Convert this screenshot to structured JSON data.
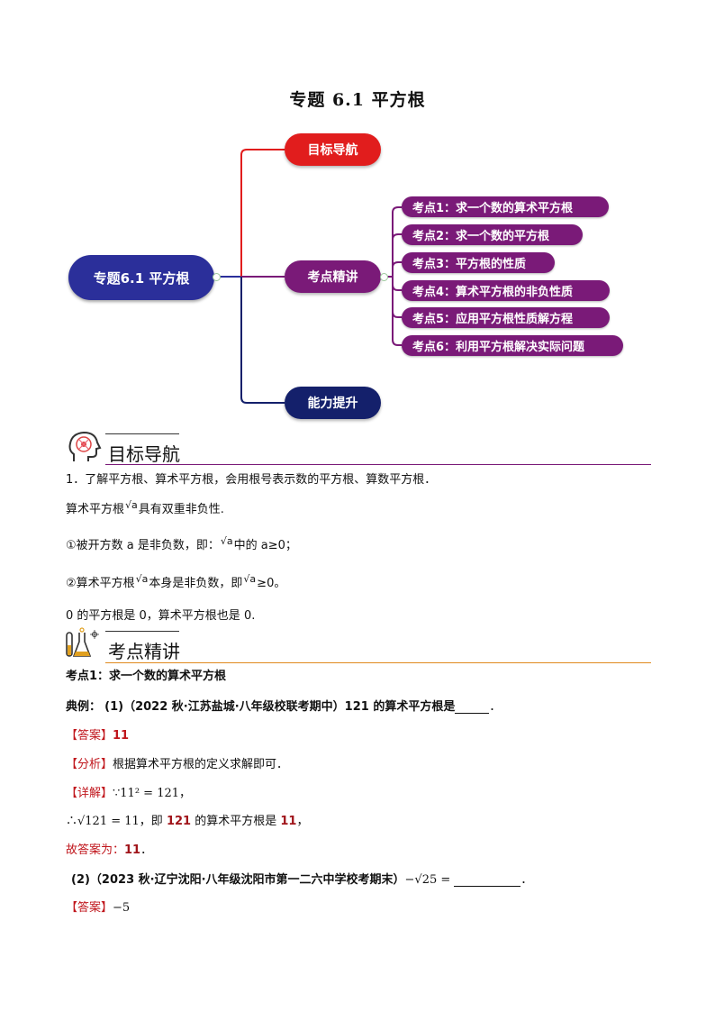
{
  "title": "专题 6.1  平方根",
  "mindmap": {
    "root": "专题6.1 平方根",
    "branches": [
      "目标导航",
      "考点精讲",
      "能力提升"
    ],
    "leaves": [
      "考点1：求一个数的算术平方根",
      "考点2：求一个数的平方根",
      "考点3：平方根的性质",
      "考点4：算术平方根的非负性质",
      "考点5：应用平方根性质解方程",
      "考点6：利用平方根解决实际问题"
    ]
  },
  "section1": {
    "heading": "目标导航",
    "line1": "1．了解平方根、算术平方根，会用根号表示数的平方根、算数平方根．",
    "line2_pre": "算术平方根",
    "line2_post": "具有双重非负性.",
    "line3_pre": "①被开方数 a 是非负数，即：",
    "line3_post": "中的 a≥0；",
    "line4_pre": "②算术平方根",
    "line4_mid": "本身是非负数，即",
    "line4_post": "≥0。",
    "line5": "0 的平方根是 0，算术平方根也是 0.",
    "sqrt_a": "√a"
  },
  "section2": {
    "heading": "考点精讲",
    "topic": "考点1：求一个数的算术平方根",
    "ex1_label": "典例：",
    "ex1_text": "(1)（2022 秋·江苏盐城·八年级校联考期中）121 的算术平方根是",
    "ex1_end": "．",
    "ans_label": "【答案】",
    "ans1": "11",
    "ana_label": "【分析】",
    "ana1": "根据算术平方根的定义求解即可．",
    "det_label": "【详解】",
    "det1": "∵11² = 121，",
    "det2_pre": "∴√121 = 11，即 ",
    "det2_num": "121",
    "det2_mid": " 的算术平方根是 ",
    "det2_val": "11",
    "det2_end": "，",
    "det3_pre": "故答案为：",
    "det3_val": "11",
    "det3_end": "．",
    "ex2_text": "(2)（2023 秋·辽宁沈阳·八年级沈阳市第一二六中学校考期末）",
    "ex2_expr": "−√25 =",
    "ex2_end": "．",
    "ans2": "−5"
  }
}
